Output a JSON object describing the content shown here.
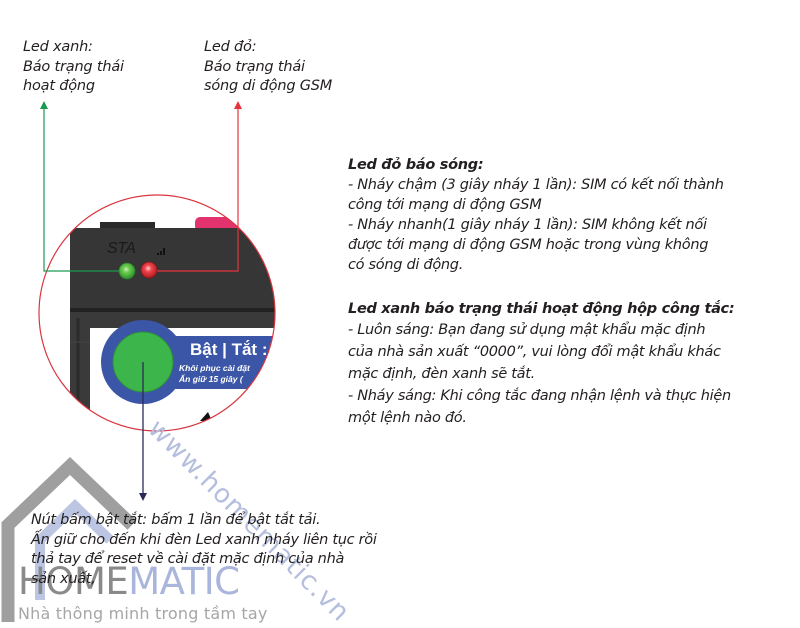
{
  "callouts": {
    "green_led": {
      "lines": [
        "Led xanh:",
        "Báo trạng thái",
        "hoạt động"
      ]
    },
    "red_led": {
      "lines": [
        "Led đỏ:",
        "Báo trạng thái",
        "sóng di động GSM"
      ]
    },
    "button": {
      "lines": [
        "Nút bấm bật tắt: bấm 1 lần để bật tắt tải.",
        "Ấn giữ cho đến khi đèn Led xanh nháy liên tục rồi",
        "thả tay để reset về cài đặt mặc định của nhà",
        "sản xuất,"
      ]
    }
  },
  "descriptions": {
    "red_led": {
      "title": "Led đỏ báo sóng:",
      "lines": [
        "- Nháy chậm (3 giây nháy 1 lần): SIM có kết nối thành",
        "công tới mạng di động GSM",
        "- Nháy nhanh(1 giây nháy 1 lần): SIM không kết nối",
        "được tới mạng di động GSM hoặc trong vùng không",
        "có sóng di động."
      ]
    },
    "green_led": {
      "title": "Led xanh báo trạng thái hoạt động hộp công tắc:",
      "lines": [
        "- Luôn sáng: Bạn đang sử dụng mật khẩu mặc định",
        "của nhà sản xuất “0000”, vui lòng đổi mật khẩu khác",
        "mặc định, đèn xanh sẽ tắt.",
        "- Nháy sáng: Khi công tắc đang nhận lệnh và thực hiện",
        "một lệnh nào đó."
      ]
    }
  },
  "device": {
    "status_label": "STA",
    "signal_icon": "signal-bars-icon",
    "button_label": "Bật | Tắt :",
    "button_sub1": "Khôi phục cài đặt",
    "button_sub2": "Ấn giữ 15 giây (",
    "colors": {
      "body": "#333333",
      "green_led": "#3fb34a",
      "red_led": "#e8303a",
      "button_green": "#3cb54a",
      "label_blue": "#3b56a6",
      "top_pink": "#e2336e"
    }
  },
  "annotation_colors": {
    "green_line": "#1a9a4f",
    "red_line": "#e5333c",
    "navy_line": "#2a2a5a",
    "zoom_circle": "#d9353d"
  },
  "watermark": {
    "brand_home": "HOME",
    "brand_matic": "MATIC",
    "tagline": "Nhà thông minh trong tầm tay",
    "url": "www.homematic.vn"
  }
}
